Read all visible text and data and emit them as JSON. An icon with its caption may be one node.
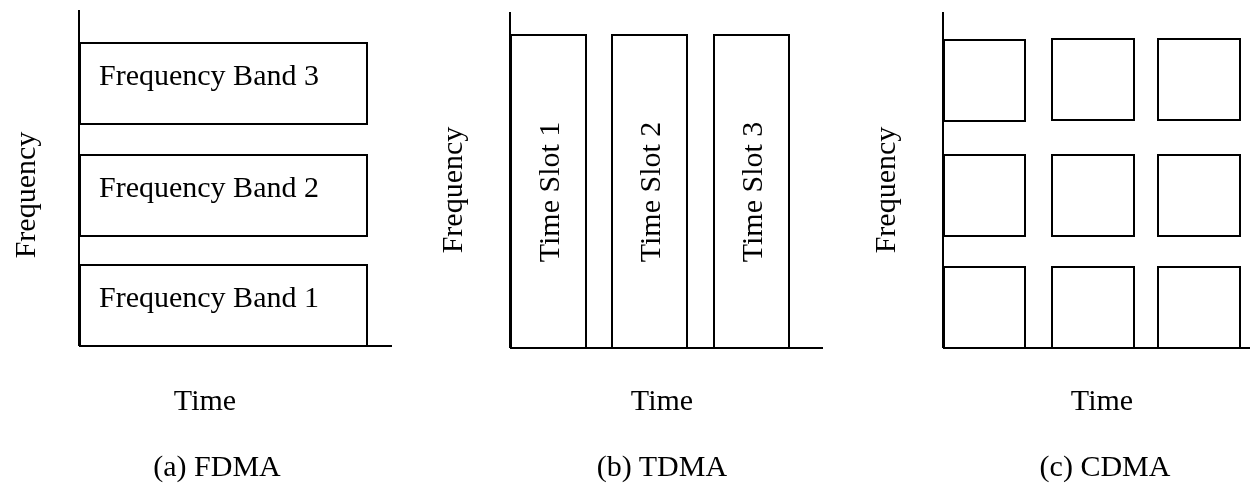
{
  "diagram": {
    "nodes": [
      {
        "text": [
          "Frequency Band 3"
        ]
      },
      {
        "text": [
          "Frequency Band 2"
        ]
      },
      {
        "text": [
          "Frequency Band 1"
        ]
      },
      {
        "text": [
          "Time Slot 1"
        ]
      },
      {
        "text": [
          "Time Slot 2"
        ]
      },
      {
        "text": [
          "Time Slot 3"
        ]
      },
      {
        "text": [],
        "shape": "box"
      },
      {
        "text": [],
        "shape": "box"
      },
      {
        "text": [],
        "shape": "box"
      },
      {
        "text": [],
        "shape": "box"
      },
      {
        "text": [],
        "shape": "box"
      },
      {
        "text": [],
        "shape": "box"
      },
      {
        "text": [],
        "shape": "box"
      },
      {
        "text": [],
        "shape": "box"
      },
      {
        "text": [],
        "shape": "box"
      }
    ],
    "edges": [],
    "labels": [
      "Frequency",
      "Frequency",
      "Frequency",
      "Time",
      "Time",
      "Time",
      "(a) FDMA",
      "(b) TDMA",
      "(c) CDMA"
    ]
  }
}
